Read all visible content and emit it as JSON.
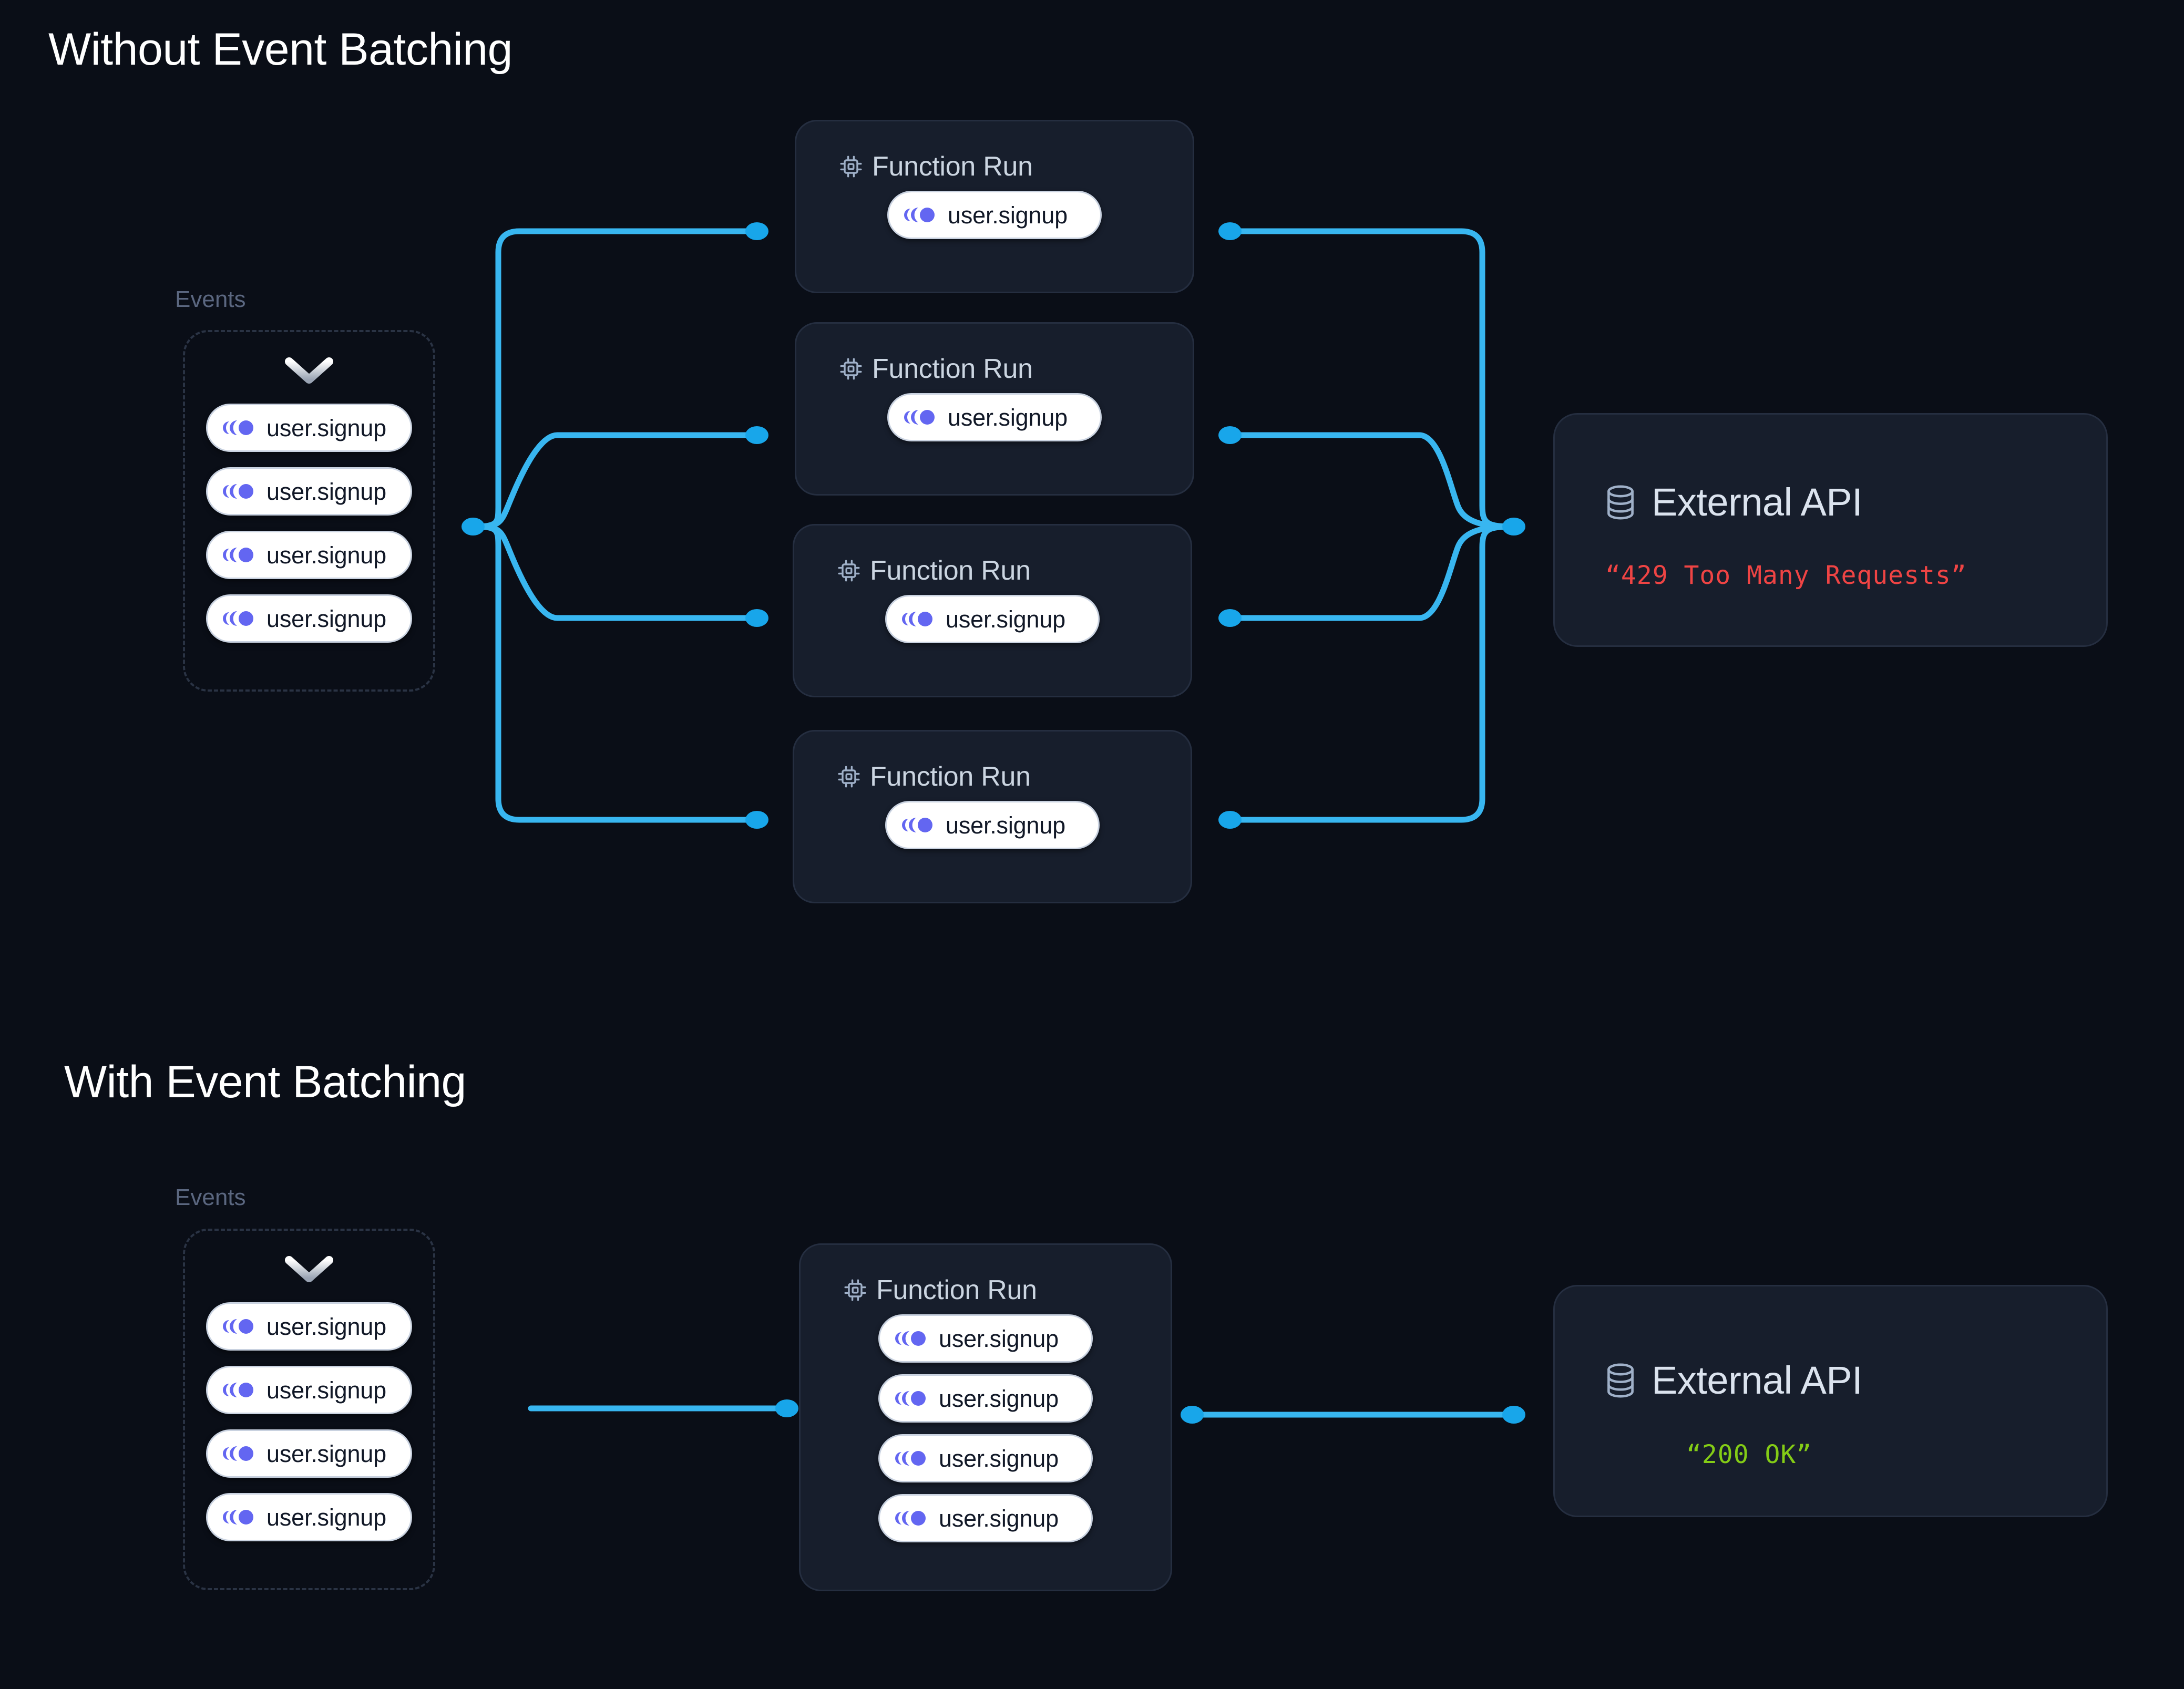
{
  "page": {
    "background": "#0a0e17",
    "accent_wire": "#2aa8ef",
    "event_icon_color": "#6366f1",
    "card_bg": "#171e2c",
    "card_border": "#252e40"
  },
  "sections": [
    {
      "id": "without",
      "title": "Without Event Batching",
      "events_group": {
        "caption": "Events",
        "chevron_icon": "chevron-down-icon",
        "events": [
          {
            "icon": "event-trail-icon",
            "label": "user.signup"
          },
          {
            "icon": "event-trail-icon",
            "label": "user.signup"
          },
          {
            "icon": "event-trail-icon",
            "label": "user.signup"
          },
          {
            "icon": "event-trail-icon",
            "label": "user.signup"
          }
        ]
      },
      "function_runs": [
        {
          "icon": "cpu-icon",
          "title": "Function Run",
          "events": [
            {
              "icon": "event-trail-icon",
              "label": "user.signup"
            }
          ]
        },
        {
          "icon": "cpu-icon",
          "title": "Function Run",
          "events": [
            {
              "icon": "event-trail-icon",
              "label": "user.signup"
            }
          ]
        },
        {
          "icon": "cpu-icon",
          "title": "Function Run",
          "events": [
            {
              "icon": "event-trail-icon",
              "label": "user.signup"
            }
          ]
        },
        {
          "icon": "cpu-icon",
          "title": "Function Run",
          "events": [
            {
              "icon": "event-trail-icon",
              "label": "user.signup"
            }
          ]
        }
      ],
      "external_api": {
        "icon": "database-icon",
        "title": "External API",
        "status_text": "“429 Too Many Requests”",
        "status_color": "#ef4444"
      }
    },
    {
      "id": "with",
      "title": "With Event Batching",
      "events_group": {
        "caption": "Events",
        "chevron_icon": "chevron-down-icon",
        "events": [
          {
            "icon": "event-trail-icon",
            "label": "user.signup"
          },
          {
            "icon": "event-trail-icon",
            "label": "user.signup"
          },
          {
            "icon": "event-trail-icon",
            "label": "user.signup"
          },
          {
            "icon": "event-trail-icon",
            "label": "user.signup"
          }
        ]
      },
      "function_runs": [
        {
          "icon": "cpu-icon",
          "title": "Function Run",
          "events": [
            {
              "icon": "event-trail-icon",
              "label": "user.signup"
            },
            {
              "icon": "event-trail-icon",
              "label": "user.signup"
            },
            {
              "icon": "event-trail-icon",
              "label": "user.signup"
            },
            {
              "icon": "event-trail-icon",
              "label": "user.signup"
            }
          ]
        }
      ],
      "external_api": {
        "icon": "database-icon",
        "title": "External API",
        "status_text": "“200 OK”",
        "status_color": "#84cc16"
      }
    }
  ]
}
